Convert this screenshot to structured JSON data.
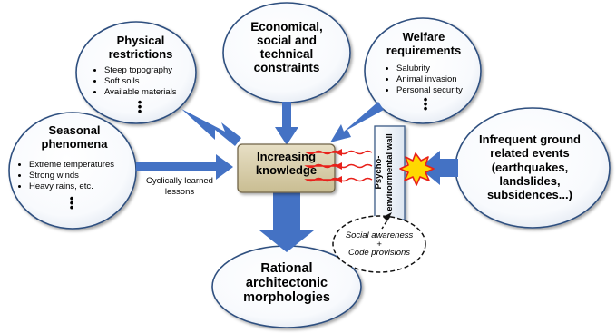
{
  "diagram": {
    "center": {
      "label": "Increasing knowledge"
    },
    "physical": {
      "title": "Physical restrictions",
      "items": [
        "Steep topography",
        "Soft soils",
        "Available materials"
      ]
    },
    "economical": {
      "title": "Economical, social and technical constraints"
    },
    "welfare": {
      "title": "Welfare requirements",
      "items": [
        "Salubrity",
        "Animal invasion",
        "Personal security"
      ]
    },
    "seasonal": {
      "title": "Seasonal phenomena",
      "items": [
        "Extreme temperatures",
        "Strong winds",
        "Heavy rains, etc."
      ]
    },
    "cyclical_label": "Cyclically learned lessons",
    "wall_label": "Psycho-environmental wall",
    "infrequent": {
      "title": "Infrequent ground related events (earthquakes, landslides, subsidences...)"
    },
    "social": {
      "line1": "Social awareness",
      "plus": "+",
      "line2": "Code provisions"
    },
    "rational": {
      "title": "Rational architectonic morphologies"
    },
    "colors": {
      "arrow": "#4472c4",
      "center_fill": "#d9d0b0",
      "red": "#e8211b",
      "star_fill": "#ffd800",
      "ellipse_stroke": "#2f4f7f"
    }
  }
}
